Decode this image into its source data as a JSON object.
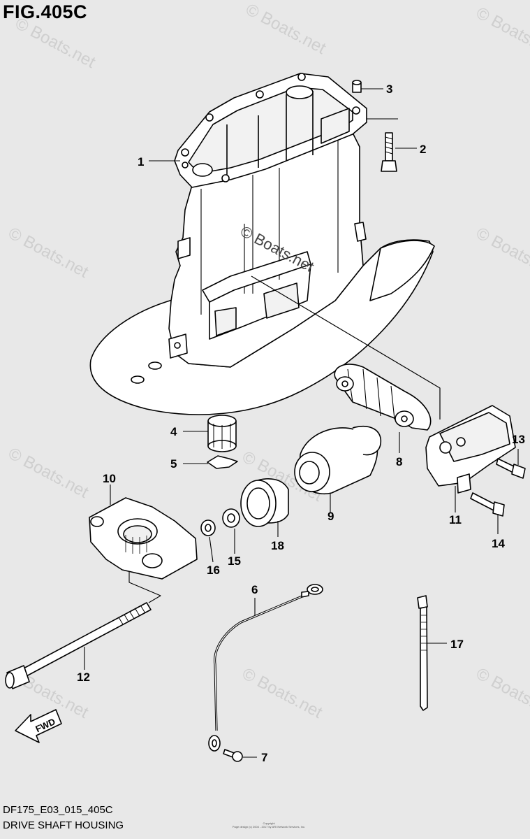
{
  "figure": {
    "title": "FIG.405C",
    "model_code": "DF175_E03_015_405C",
    "section_name": "DRIVE SHAFT HOUSING",
    "copyright_lines": [
      "Copyright",
      "Page design (c) 2004 - 2017 by ARI Network Services, Inc."
    ]
  },
  "watermark": {
    "text": "© Boats.net"
  },
  "direction_label": "FWD",
  "callouts": [
    "1",
    "2",
    "3",
    "4",
    "5",
    "6",
    "7",
    "8",
    "9",
    "10",
    "11",
    "12",
    "13",
    "14",
    "15",
    "16",
    "17",
    "18"
  ]
}
